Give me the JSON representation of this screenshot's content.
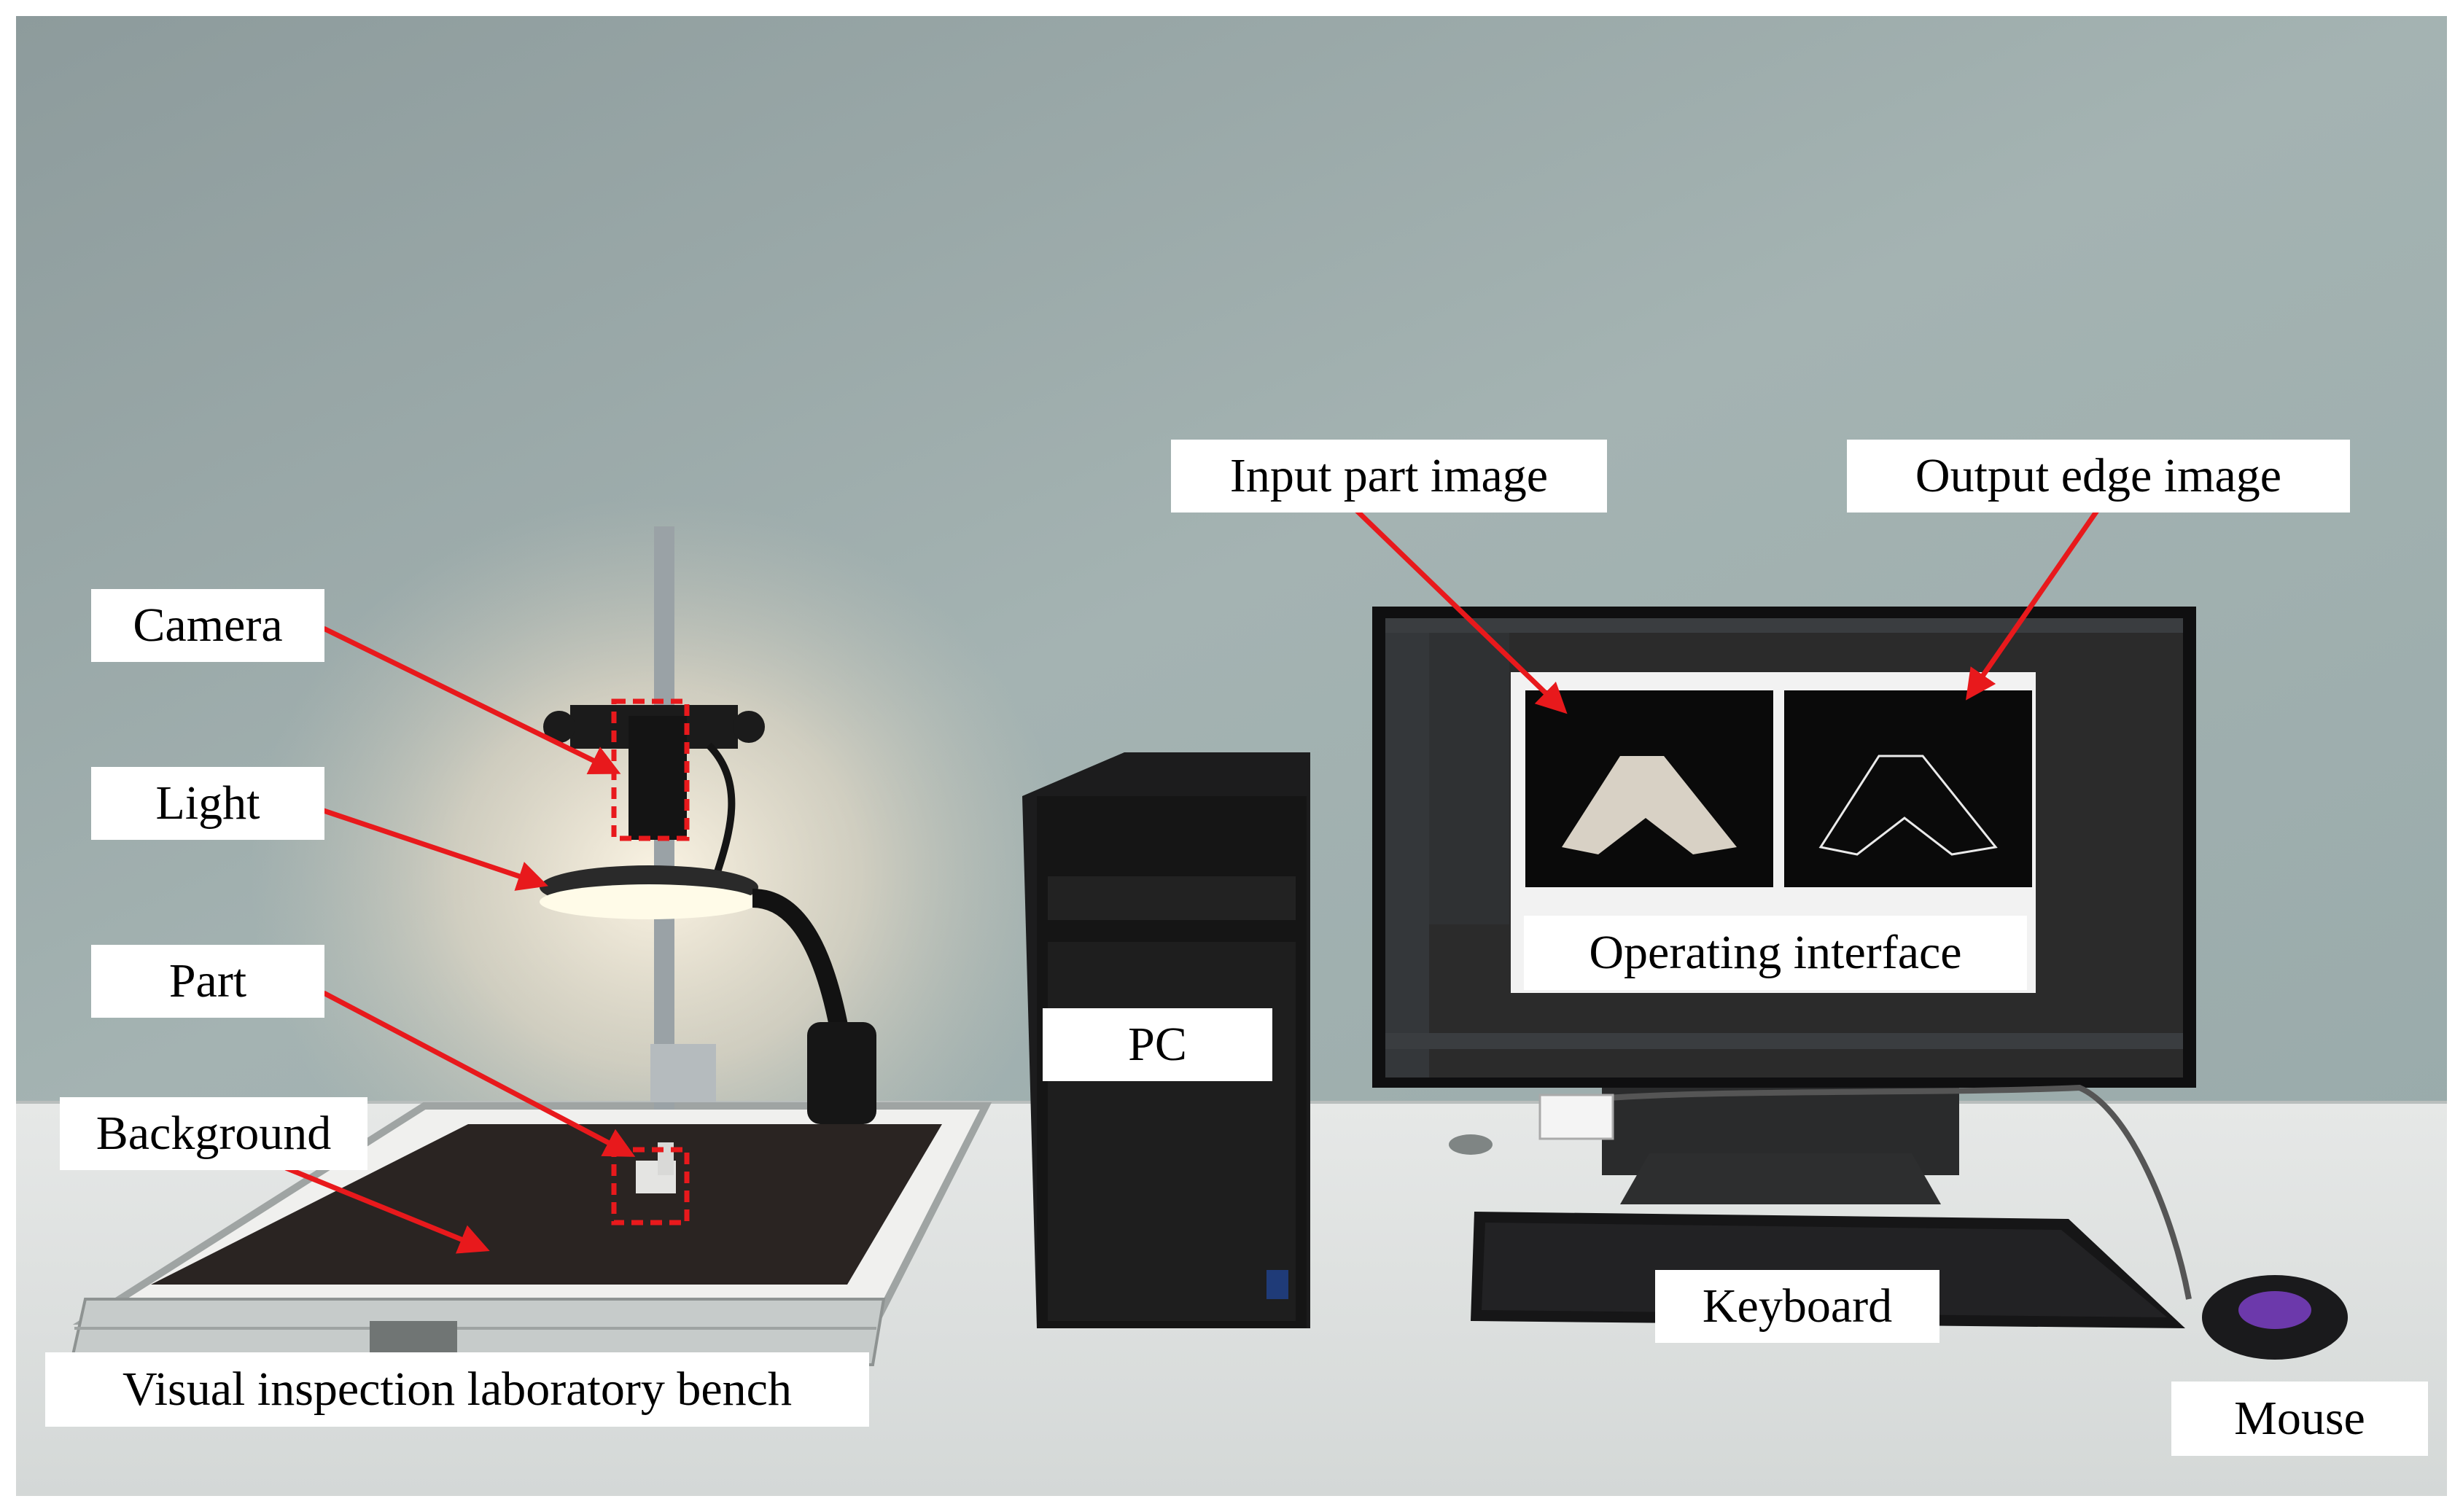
{
  "figure": {
    "labels": {
      "camera": "Camera",
      "light": "Light",
      "part": "Part",
      "background": "Background",
      "bench": "Visual inspection laboratory bench",
      "pc": "PC",
      "input_image": "Input part image",
      "output_image": "Output edge image",
      "operating_interface": "Operating interface",
      "keyboard": "Keyboard",
      "mouse": "Mouse"
    },
    "colors": {
      "arrow": "#e8191c",
      "label_bg": "#ffffff",
      "wall": "#93a4a4",
      "desk": "#dfe2e1"
    }
  }
}
